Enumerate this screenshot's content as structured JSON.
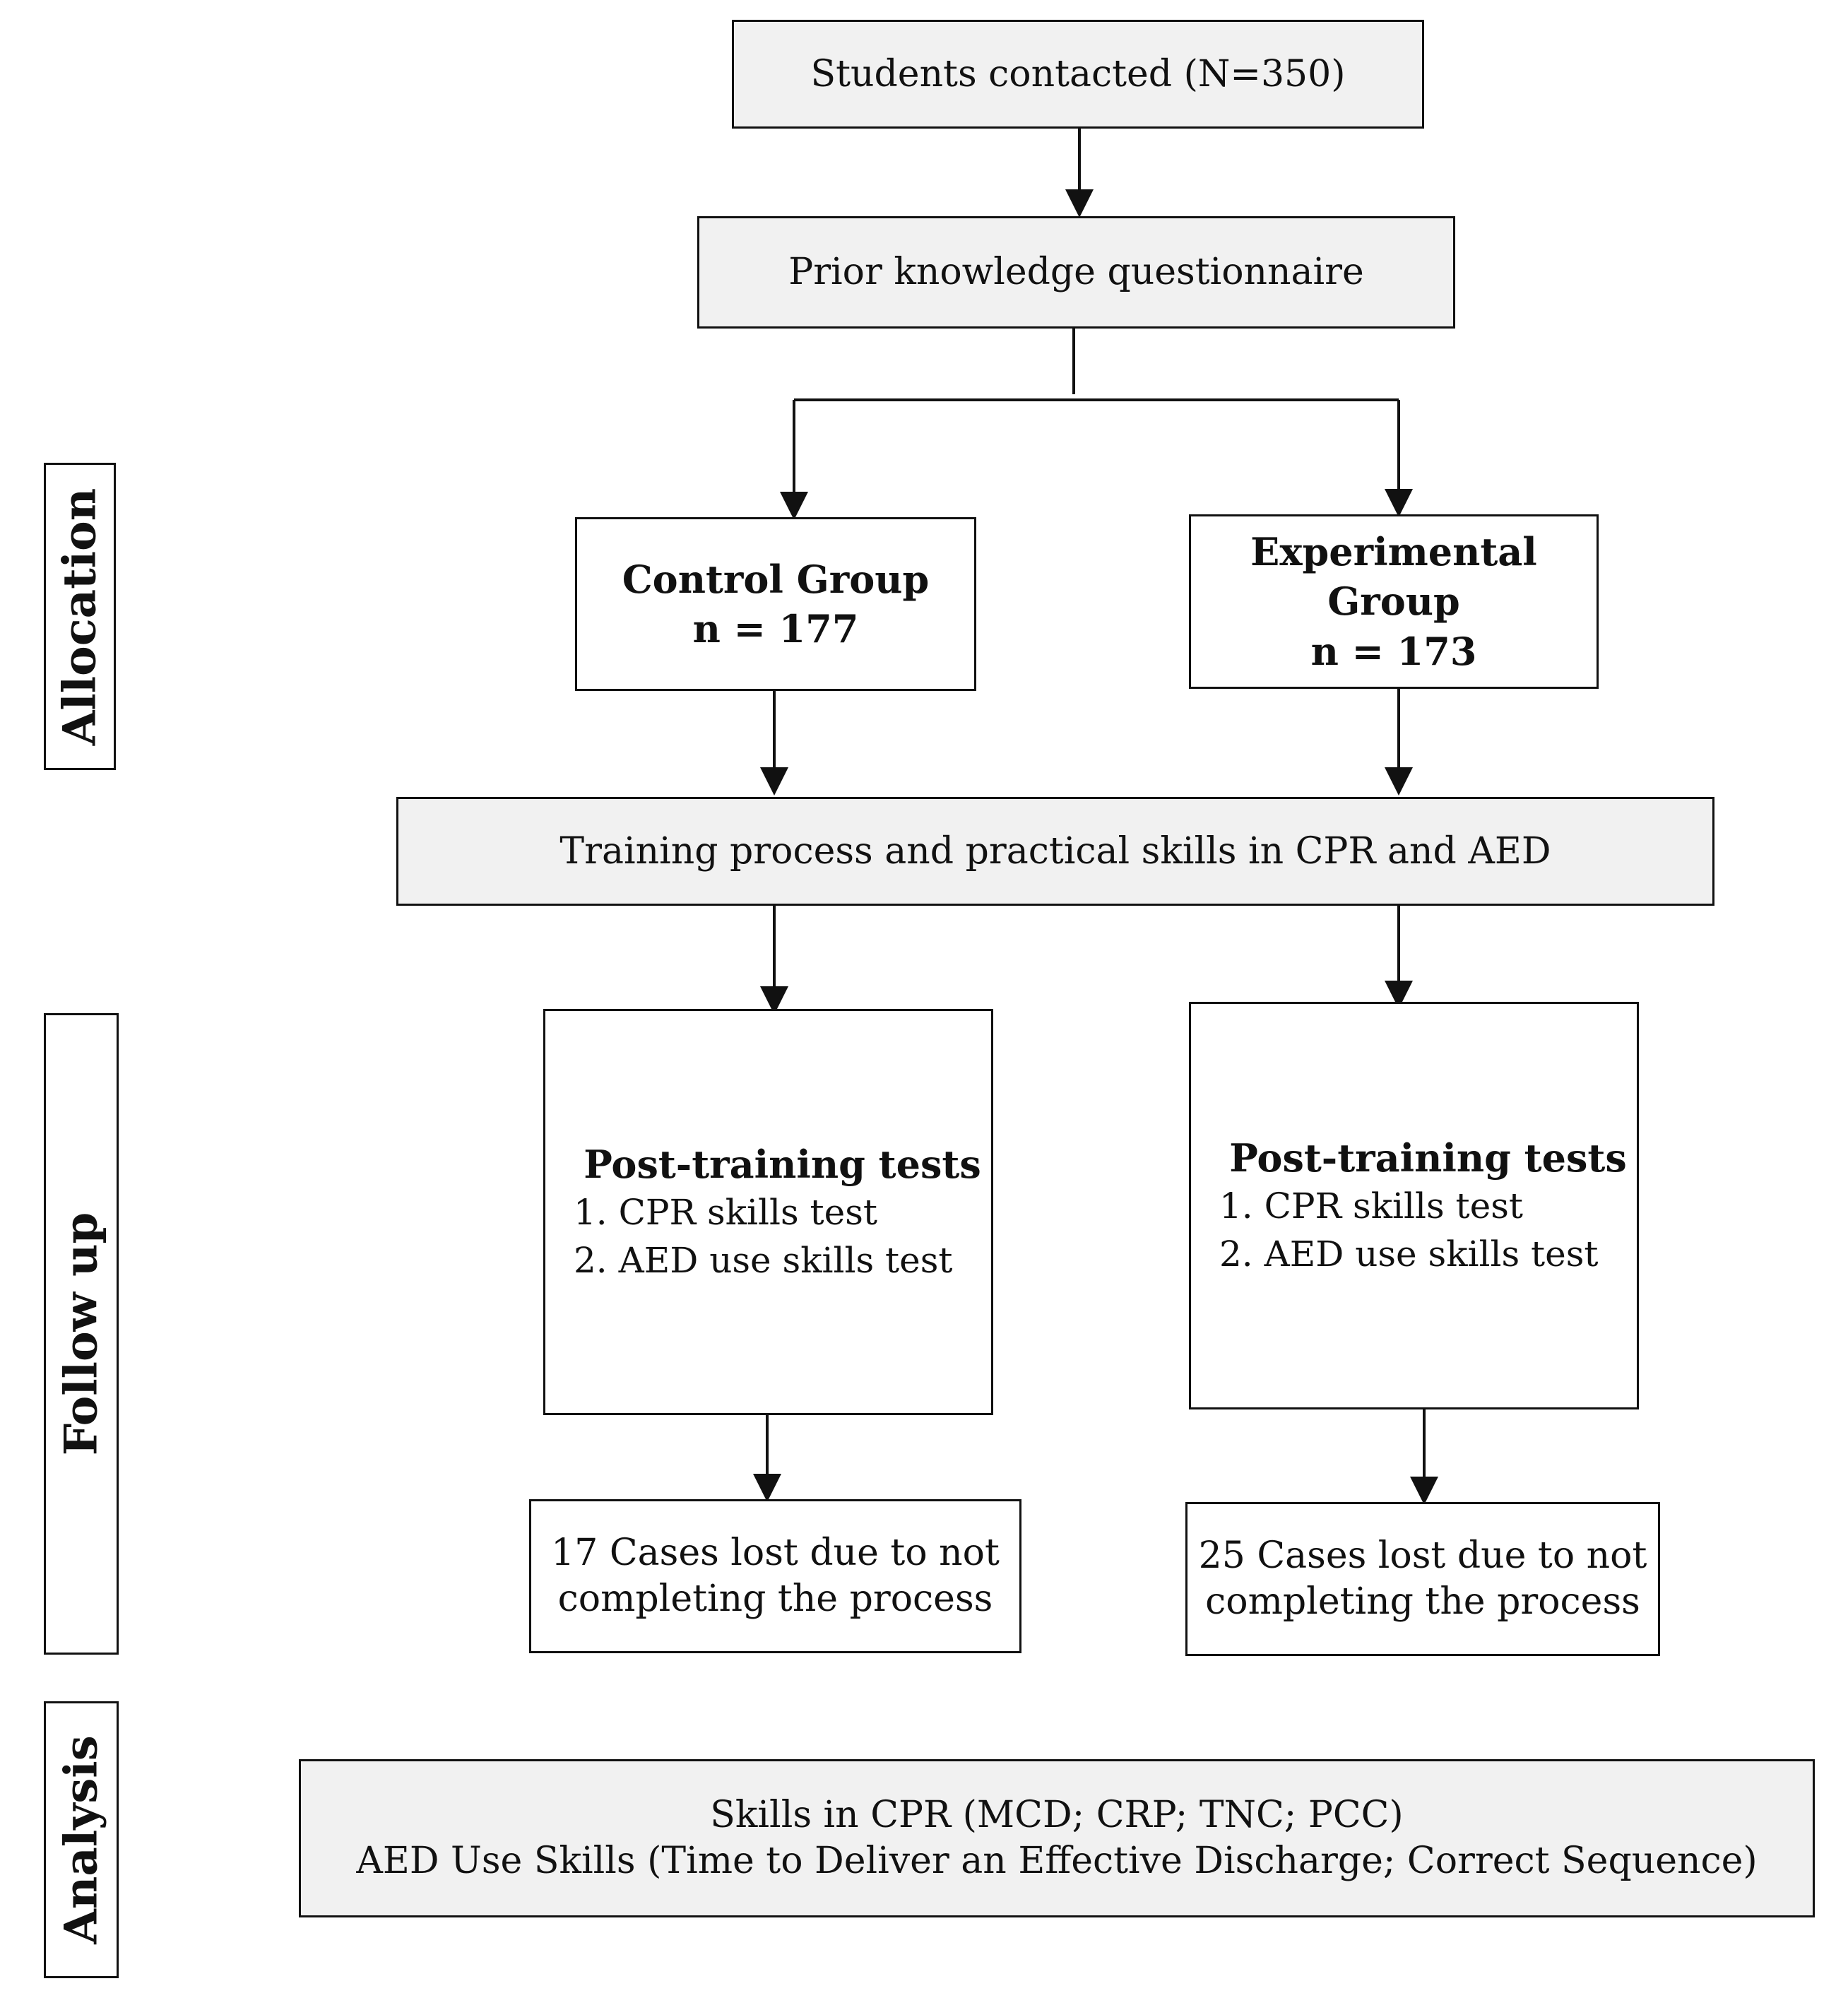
{
  "stages": {
    "allocation": "Allocation",
    "follow_up": "Follow up",
    "analysis": "Analysis"
  },
  "boxes": {
    "students_contacted": "Students contacted (N=350)",
    "prior_knowledge": "Prior knowledge questionnaire",
    "control_group": {
      "title": "Control Group",
      "n": "n = 177"
    },
    "experimental_group": {
      "title_line1": "Experimental",
      "title_line2": "Group",
      "n": "n = 173"
    },
    "training": "Training process and practical skills in CPR and AED",
    "control_post": {
      "title": "Post-training tests",
      "item1": "1. CPR skills test",
      "item2": "2. AED use skills test"
    },
    "experimental_post": {
      "title": "Post-training tests",
      "item1": "1. CPR skills test",
      "item2": "2. AED use skills test"
    },
    "control_lost": {
      "line1": "17 Cases lost due to not",
      "line2": "completing the process"
    },
    "experimental_lost": {
      "line1": "25 Cases lost due to not",
      "line2": "completing the process"
    },
    "analysis": {
      "line1": "Skills in CPR (MCD; CRP; TNC; PCC)",
      "line2": "AED Use Skills (Time to Deliver an Effective Discharge; Correct Sequence)"
    }
  }
}
